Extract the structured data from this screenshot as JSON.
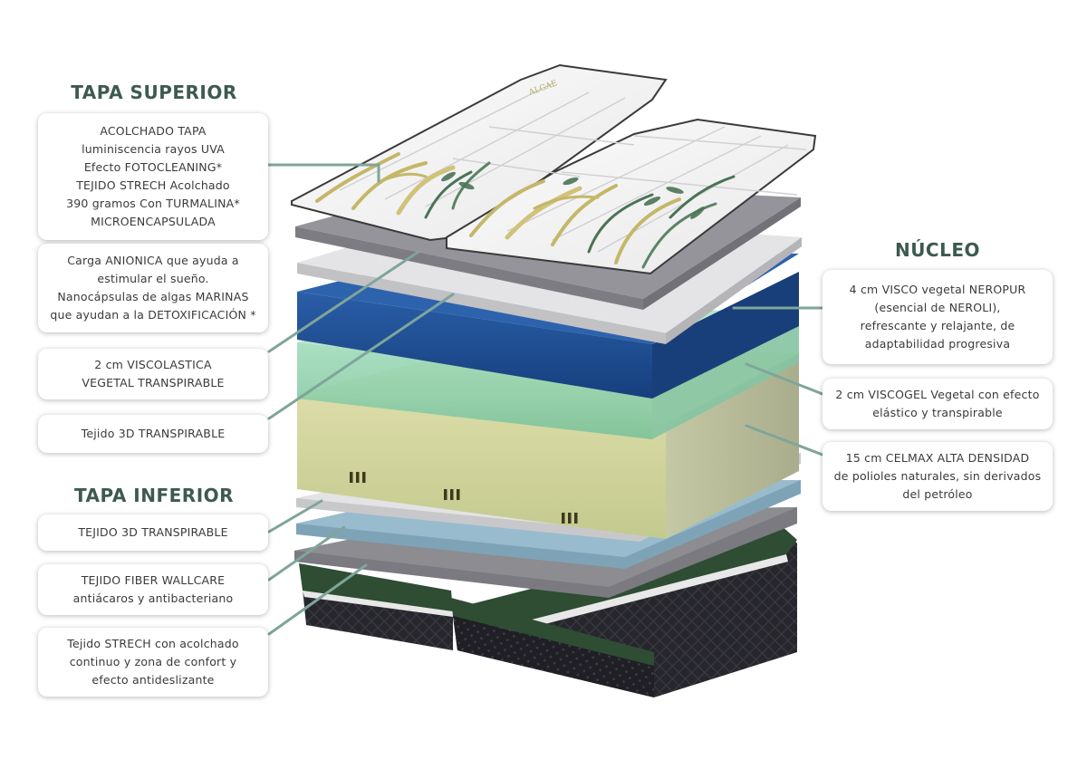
{
  "colors": {
    "heading": "#3d5a50",
    "leader_line": "#7fa59a",
    "box_text": "#3a3a3a",
    "layer_gray_dark": "#8d8c91",
    "layer_gray_light": "#d9d9dc",
    "layer_blue": "#1f4f96",
    "layer_green": "#8fd0ab",
    "layer_yellow": "#c9cf97",
    "layer_light_blue": "#94b7c9",
    "base_green": "#2c4a32",
    "base_black": "#26262c"
  },
  "headings": {
    "top": "TAPA SUPERIOR",
    "bottom": "TAPA INFERIOR",
    "core": "NÚCLEO"
  },
  "boxes": {
    "acolchado": {
      "lines": [
        "ACOLCHADO TAPA",
        "luminiscencia rayos UVA",
        "Efecto FOTOCLEANING*",
        "TEJIDO STRECH Acolchado",
        "390 gramos Con TURMALINA*",
        "MICROENCAPSULADA"
      ]
    },
    "anionica": {
      "lines": [
        "Carga ANIONICA que ayuda a",
        "estimular el sueño.",
        "Nanocápsulas de algas MARINAS",
        "que ayudan a la DETOXIFICACIÓN *"
      ]
    },
    "viscolastica": {
      "lines": [
        "2 cm VISCOLASTICA",
        "VEGETAL TRANSPIRABLE"
      ]
    },
    "tejido3d_top": {
      "lines": [
        "Tejido 3D TRANSPIRABLE"
      ]
    },
    "tejido3d_bottom": {
      "lines": [
        "TEJIDO 3D TRANSPIRABLE"
      ]
    },
    "fiber": {
      "lines": [
        "TEJIDO FIBER WALLCARE",
        "antiácaros y antibacteriano"
      ]
    },
    "strech": {
      "lines": [
        "Tejido STRECH con acolchado",
        "continuo y zona de confort y",
        "efecto antideslizante"
      ]
    },
    "visco_neropur": {
      "lines": [
        "4 cm VISCO vegetal NEROPUR",
        "(esencial de NEROLI),",
        "refrescante y relajante, de",
        "adaptabilidad progresiva"
      ]
    },
    "viscogel": {
      "lines": [
        "2 cm VISCOGEL Vegetal con efecto",
        "elástico y transpirable"
      ]
    },
    "celmax": {
      "lines": [
        "15 cm CELMAX ALTA DENSIDAD",
        "de polioles naturales, sin derivados",
        "del petróleo"
      ]
    }
  },
  "topper_print": {
    "brand_text": "ALGAE"
  }
}
